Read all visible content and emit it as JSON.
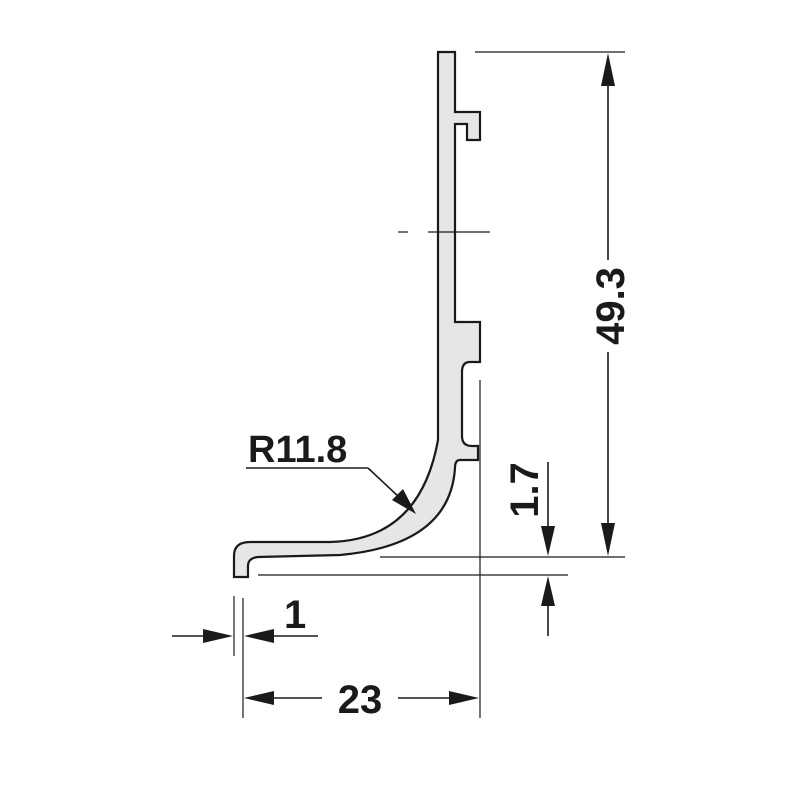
{
  "drawing": {
    "dim_height": "49.3",
    "dim_radius": "R11.8",
    "dim_offset": "1.7",
    "dim_thickness": "1",
    "dim_width": "23"
  },
  "colors": {
    "profile_fill": "#e6e6e6",
    "stroke": "#1a1a1a",
    "background": "#ffffff"
  }
}
